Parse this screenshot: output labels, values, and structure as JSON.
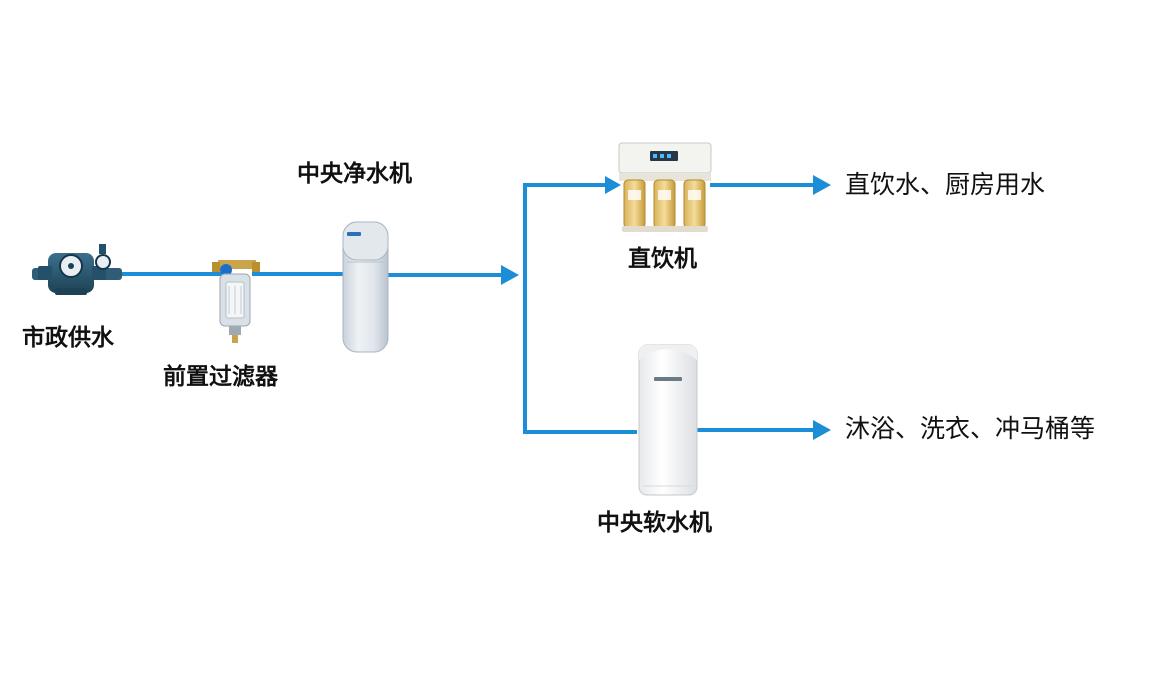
{
  "diagram": {
    "nodes": {
      "water_supply": "市政供水",
      "pre_filter": "前置过滤器",
      "central_purifier": "中央净水机",
      "direct_drinker": "直饮机",
      "central_softener": "中央软水机"
    },
    "outputs": {
      "drinking_kitchen": "直饮水、厨房用水",
      "bath_laundry_toilet": "沐浴、洗衣、冲马桶等"
    },
    "colors": {
      "pipe": "#1c8ed8",
      "text": "#111111"
    }
  }
}
